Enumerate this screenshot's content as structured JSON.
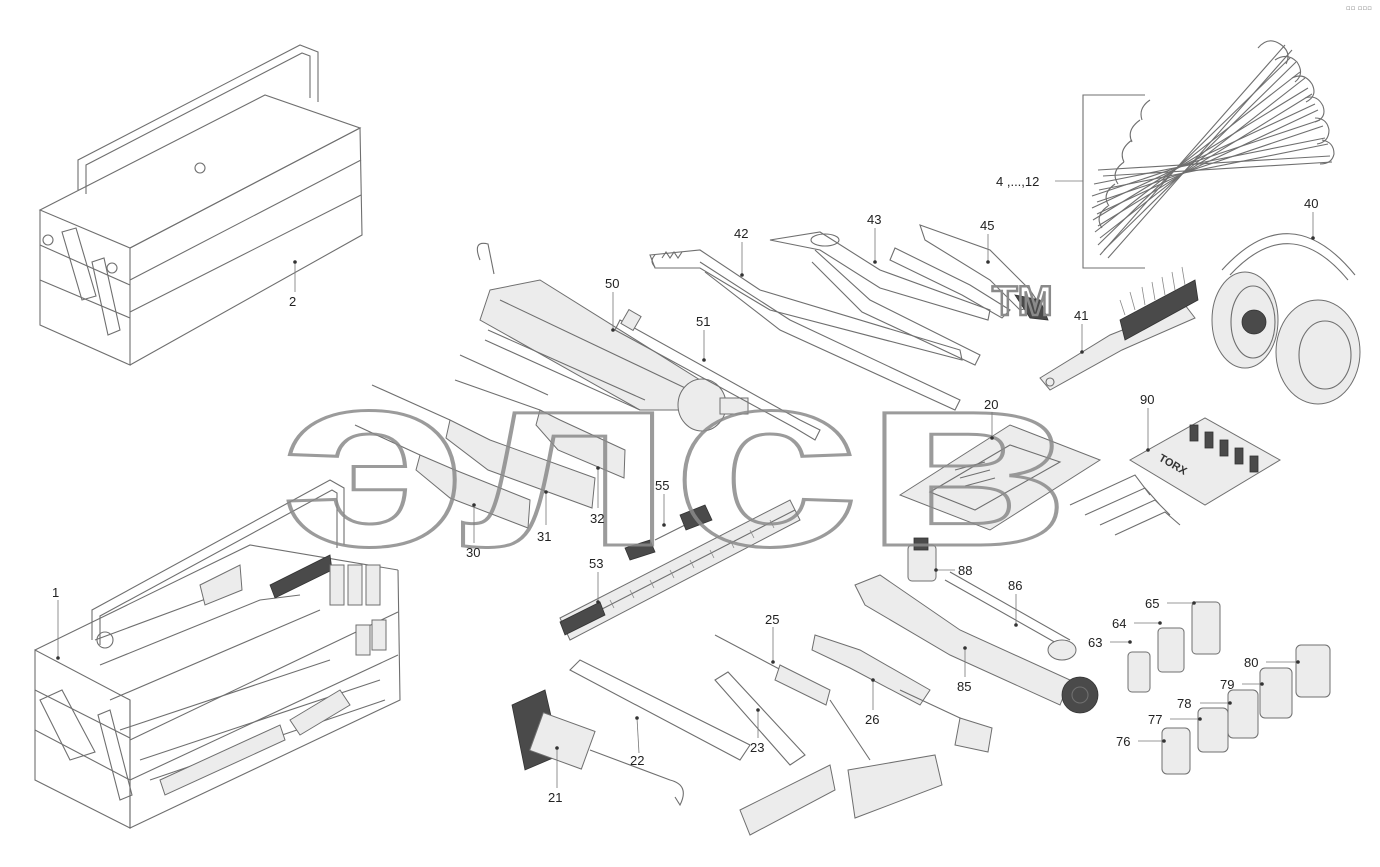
{
  "watermark": {
    "text": "элсв",
    "trademark": "TM"
  },
  "corner_glyphs": "▫︎▫︎ ▫︎▫︎▫︎",
  "torx_label": "TORX",
  "callouts": [
    {
      "id": "c1",
      "label": "1"
    },
    {
      "id": "c2",
      "label": "2"
    },
    {
      "id": "c4_12",
      "label": "4 ,...,12"
    },
    {
      "id": "c20",
      "label": "20"
    },
    {
      "id": "c21",
      "label": "21"
    },
    {
      "id": "c22",
      "label": "22"
    },
    {
      "id": "c23",
      "label": "23"
    },
    {
      "id": "c25",
      "label": "25"
    },
    {
      "id": "c26",
      "label": "26"
    },
    {
      "id": "c30",
      "label": "30"
    },
    {
      "id": "c31",
      "label": "31"
    },
    {
      "id": "c32",
      "label": "32"
    },
    {
      "id": "c40",
      "label": "40"
    },
    {
      "id": "c41",
      "label": "41"
    },
    {
      "id": "c42",
      "label": "42"
    },
    {
      "id": "c43",
      "label": "43"
    },
    {
      "id": "c45",
      "label": "45"
    },
    {
      "id": "c50",
      "label": "50"
    },
    {
      "id": "c51",
      "label": "51"
    },
    {
      "id": "c53",
      "label": "53"
    },
    {
      "id": "c55",
      "label": "55"
    },
    {
      "id": "c63",
      "label": "63"
    },
    {
      "id": "c64",
      "label": "64"
    },
    {
      "id": "c65",
      "label": "65"
    },
    {
      "id": "c76",
      "label": "76"
    },
    {
      "id": "c77",
      "label": "77"
    },
    {
      "id": "c78",
      "label": "78"
    },
    {
      "id": "c79",
      "label": "79"
    },
    {
      "id": "c80",
      "label": "80"
    },
    {
      "id": "c85",
      "label": "85"
    },
    {
      "id": "c86",
      "label": "86"
    },
    {
      "id": "c88",
      "label": "88"
    },
    {
      "id": "c90",
      "label": "90"
    }
  ]
}
